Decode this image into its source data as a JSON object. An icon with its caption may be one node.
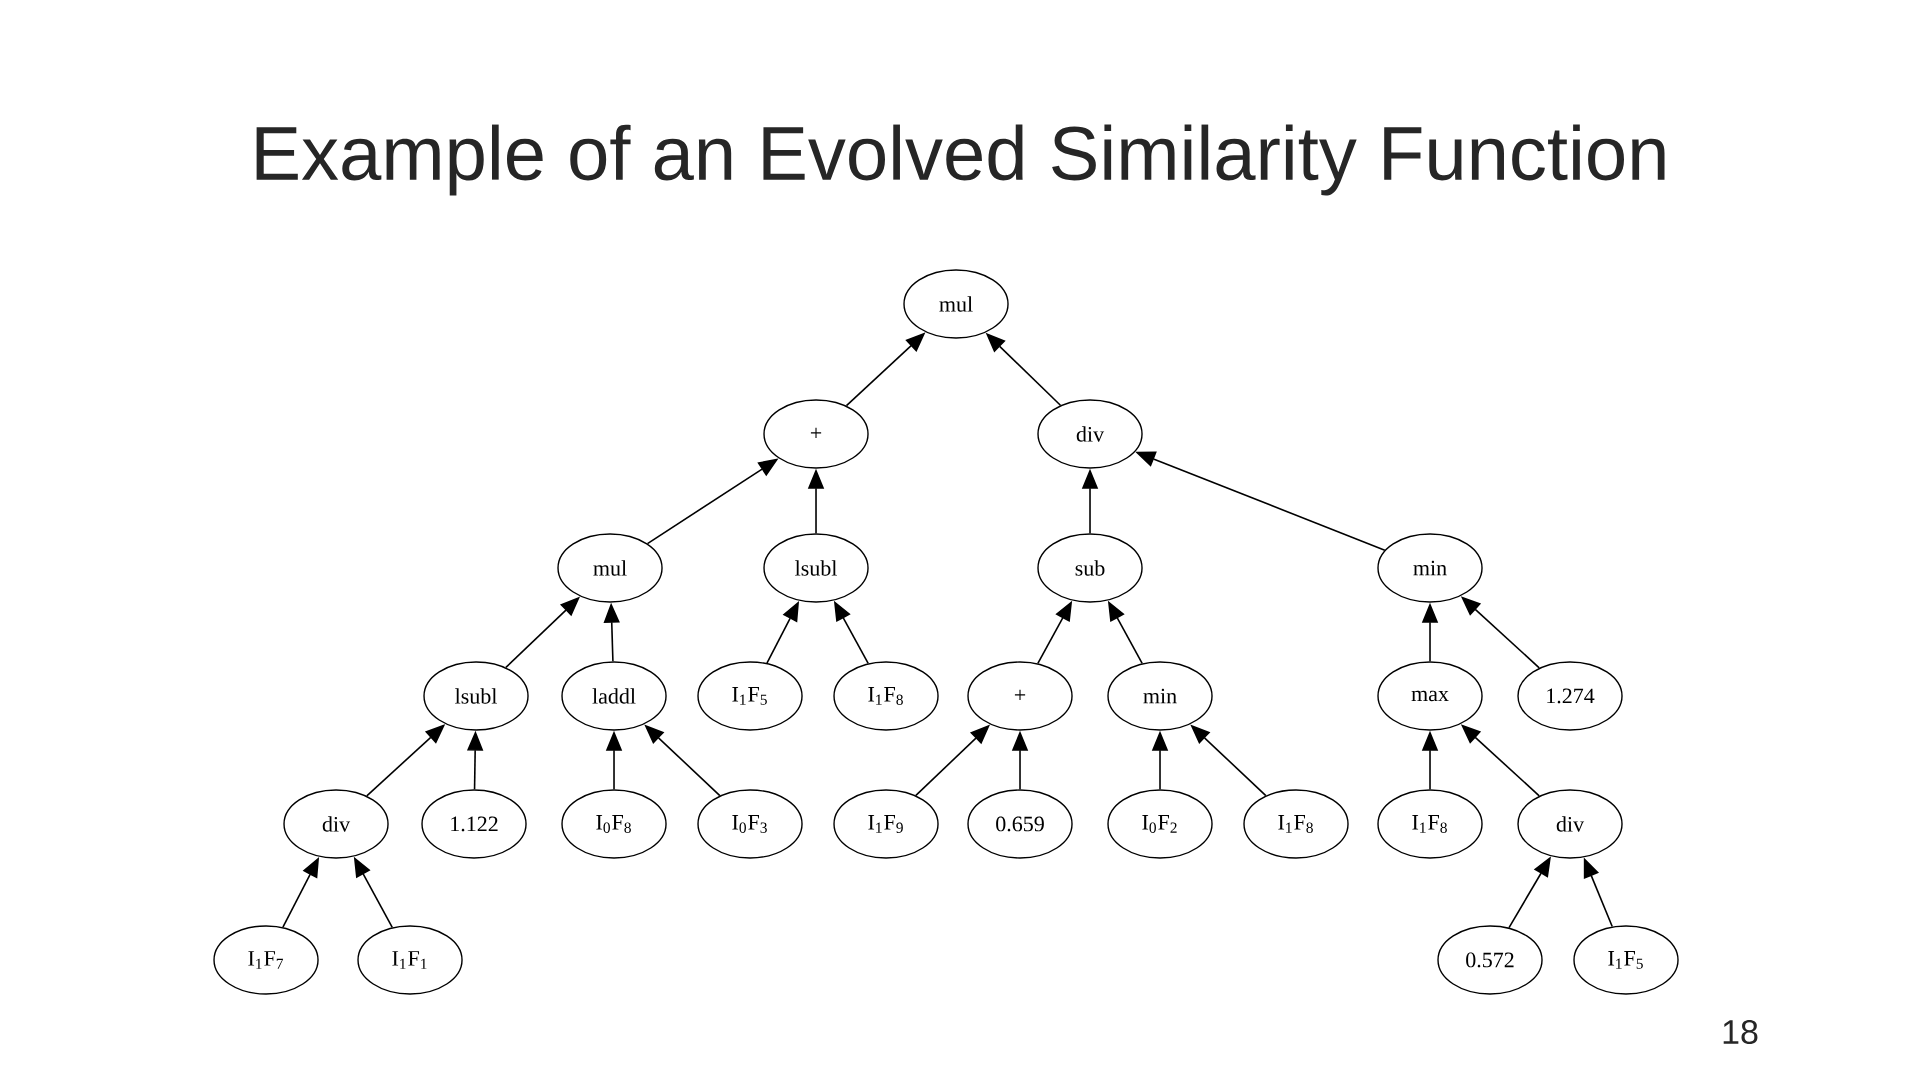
{
  "diagram": {
    "title": "Example of an Evolved Similarity Function",
    "nodes": [
      {
        "text": [
          "mul"
        ]
      },
      {
        "text": [
          "+"
        ]
      },
      {
        "text": [
          "div"
        ]
      },
      {
        "text": [
          "mul"
        ]
      },
      {
        "text": [
          "lsubl"
        ]
      },
      {
        "text": [
          "sub"
        ]
      },
      {
        "text": [
          "min"
        ]
      },
      {
        "text": [
          "lsubl"
        ]
      },
      {
        "text": [
          "laddl"
        ]
      },
      {
        "text": [
          "I$_{1}$F$_{5}$"
        ]
      },
      {
        "text": [
          "I$_{1}$F$_{8}$"
        ]
      },
      {
        "text": [
          "+"
        ]
      },
      {
        "text": [
          "min"
        ]
      },
      {
        "text": [
          "max"
        ]
      },
      {
        "text": [
          "1.274"
        ]
      },
      {
        "text": [
          "div"
        ]
      },
      {
        "text": [
          "1.122"
        ]
      },
      {
        "text": [
          "I$_{0}$F$_{8}$"
        ]
      },
      {
        "text": [
          "I$_{0}$F$_{3}$"
        ]
      },
      {
        "text": [
          "I$_{1}$F$_{9}$"
        ]
      },
      {
        "text": [
          "0.659"
        ]
      },
      {
        "text": [
          "I$_{0}$F$_{2}$"
        ]
      },
      {
        "text": [
          "I$_{1}$F$_{8}$"
        ]
      },
      {
        "text": [
          "I$_{1}$F$_{8}$"
        ]
      },
      {
        "text": [
          "div"
        ]
      },
      {
        "text": [
          "I$_{1}$F$_{7}$"
        ]
      },
      {
        "text": [
          "I$_{1}$F$_{1}$"
        ]
      },
      {
        "text": [
          "0.572"
        ]
      },
      {
        "text": [
          "I$_{1}$F$_{5}$"
        ]
      }
    ],
    "edges": [
      {
        "from": 1,
        "to": 0,
        "arrow": "to"
      },
      {
        "from": 2,
        "to": 0,
        "arrow": "to"
      },
      {
        "from": 3,
        "to": 1,
        "arrow": "to"
      },
      {
        "from": 4,
        "to": 1,
        "arrow": "to"
      },
      {
        "from": 5,
        "to": 2,
        "arrow": "to"
      },
      {
        "from": 6,
        "to": 2,
        "arrow": "to"
      },
      {
        "from": 7,
        "to": 3,
        "arrow": "to"
      },
      {
        "from": 8,
        "to": 3,
        "arrow": "to"
      },
      {
        "from": 9,
        "to": 4,
        "arrow": "to"
      },
      {
        "from": 10,
        "to": 4,
        "arrow": "to"
      },
      {
        "from": 11,
        "to": 5,
        "arrow": "to"
      },
      {
        "from": 12,
        "to": 5,
        "arrow": "to"
      },
      {
        "from": 13,
        "to": 6,
        "arrow": "to"
      },
      {
        "from": 14,
        "to": 6,
        "arrow": "to"
      },
      {
        "from": 15,
        "to": 7,
        "arrow": "to"
      },
      {
        "from": 16,
        "to": 7,
        "arrow": "to"
      },
      {
        "from": 17,
        "to": 8,
        "arrow": "to"
      },
      {
        "from": 18,
        "to": 8,
        "arrow": "to"
      },
      {
        "from": 19,
        "to": 11,
        "arrow": "to"
      },
      {
        "from": 20,
        "to": 11,
        "arrow": "to"
      },
      {
        "from": 21,
        "to": 12,
        "arrow": "to"
      },
      {
        "from": 22,
        "to": 12,
        "arrow": "to"
      },
      {
        "from": 23,
        "to": 13,
        "arrow": "to"
      },
      {
        "from": 24,
        "to": 13,
        "arrow": "to"
      },
      {
        "from": 25,
        "to": 15,
        "arrow": "to"
      },
      {
        "from": 26,
        "to": 15,
        "arrow": "to"
      },
      {
        "from": 27,
        "to": 24,
        "arrow": "to"
      },
      {
        "from": 28,
        "to": 24,
        "arrow": "to"
      }
    ],
    "labels": [
      "18"
    ]
  }
}
